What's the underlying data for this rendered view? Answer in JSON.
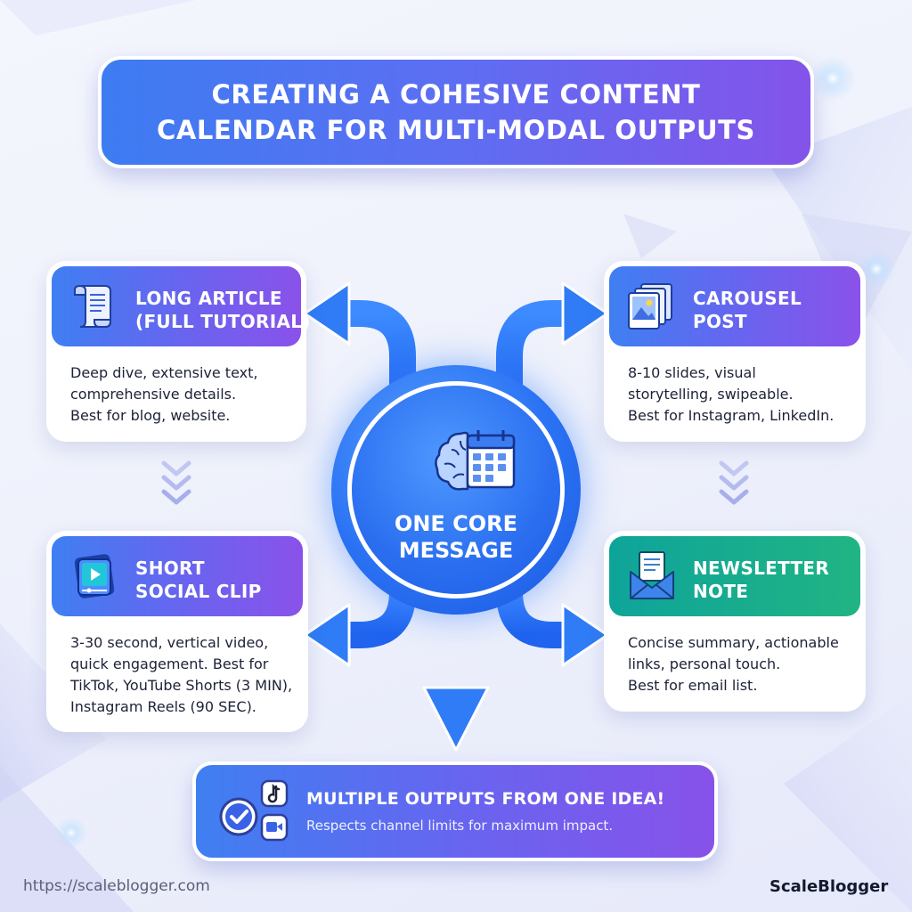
{
  "title": {
    "line1": "CREATING A COHESIVE CONTENT",
    "line2": "CALENDAR FOR MULTI-MODAL OUTPUTS"
  },
  "center": {
    "line1": "ONE CORE",
    "line2": "MESSAGE",
    "icons": [
      "brain-icon",
      "calendar-icon"
    ]
  },
  "cards": {
    "long_article": {
      "title": [
        "LONG ARTICLE",
        "(FULL TUTORIAL)"
      ],
      "body": [
        "Deep dive, extensive text,",
        "comprehensive details.",
        "Best for blog, website."
      ],
      "icon": "scroll-icon"
    },
    "carousel": {
      "title": [
        "CAROUSEL",
        "POST"
      ],
      "body": [
        "8-10 slides, visual",
        "storytelling, swipeable.",
        "Best for Instagram, LinkedIn."
      ],
      "icon": "image-stack-icon"
    },
    "short_clip": {
      "title": [
        "SHORT",
        "SOCIAL CLIP"
      ],
      "body": [
        "3-30 second, vertical video,",
        "quick engagement. Best for",
        "TikTok, YouTube Shorts (3 MIN),",
        "Instagram Reels (90 SEC)."
      ],
      "icon": "video-play-icon"
    },
    "newsletter": {
      "title": [
        "NEWSLETTER",
        "NOTE"
      ],
      "body": [
        "Concise summary, actionable",
        "links, personal touch.",
        "Best for email list."
      ],
      "icon": "envelope-icon"
    }
  },
  "banner": {
    "title": "MULTIPLE OUTPUTS FROM ONE IDEA!",
    "subtitle": "Respects channel limits for maximum impact.",
    "icons": [
      "check-circle-icon",
      "music-note-icon",
      "video-camera-icon"
    ]
  },
  "footer": {
    "url": "https://scaleblogger.com",
    "brand": "ScaleBlogger"
  },
  "colors": {
    "blue": "#3d7cf2",
    "purple": "#8453ea",
    "green": "#14a88f",
    "arrow": "#2f7cf6"
  }
}
